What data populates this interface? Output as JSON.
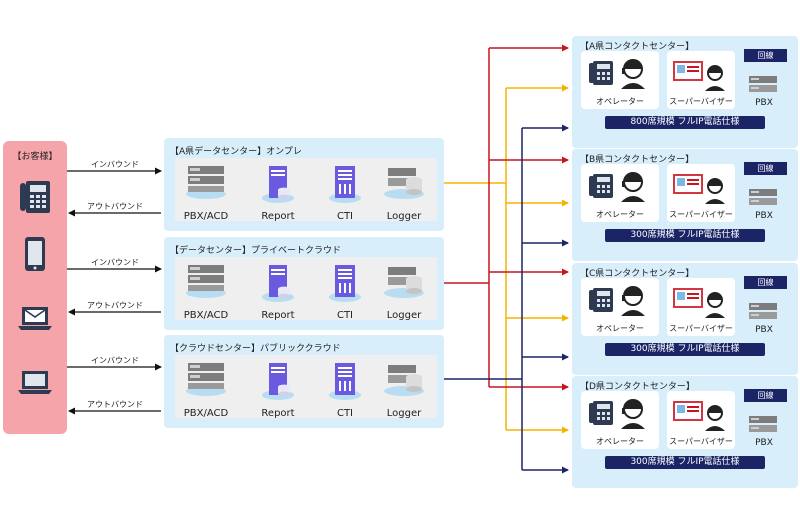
{
  "customers": {
    "title": "【お客様】",
    "devices": [
      "phone-icon",
      "tablet-icon",
      "mail-icon",
      "laptop-icon"
    ],
    "arrows": [
      {
        "label": "インバウンド"
      },
      {
        "label": "アウトバウンド"
      },
      {
        "label": "インバウンド"
      },
      {
        "label": "アウトバウンド"
      },
      {
        "label": "インバウンド"
      },
      {
        "label": "アウトバウンド"
      }
    ]
  },
  "datacenters": [
    {
      "title": "【A県データセンター】オンプレ",
      "equipment": [
        "PBX/ACD",
        "Report",
        "CTI",
        "Logger"
      ]
    },
    {
      "title": "【データセンター】プライベートクラウド",
      "equipment": [
        "PBX/ACD",
        "Report",
        "CTI",
        "Logger"
      ]
    },
    {
      "title": "【クラウドセンター】パブリッククラウド",
      "equipment": [
        "PBX/ACD",
        "Report",
        "CTI",
        "Logger"
      ]
    }
  ],
  "contact_centers": [
    {
      "title": "【A県コンタクトセンター】",
      "operator": "オペレーター",
      "supervisor": "スーパーバイザー",
      "line": "回線",
      "pbx": "PBX",
      "footer": "800席規模  フルIP電話仕様"
    },
    {
      "title": "【B県コンタクトセンター】",
      "operator": "オペレーター",
      "supervisor": "スーパーバイザー",
      "line": "回線",
      "pbx": "PBX",
      "footer": "300席規模  フルIP電話仕様"
    },
    {
      "title": "【C県コンタクトセンター】",
      "operator": "オペレーター",
      "supervisor": "スーパーバイザー",
      "line": "回線",
      "pbx": "PBX",
      "footer": "300席規模  フルIP電話仕様"
    },
    {
      "title": "【D県コンタクトセンター】",
      "operator": "オペレーター",
      "supervisor": "スーパーバイザー",
      "line": "回線",
      "pbx": "PBX",
      "footer": "300席規模  フルIP電話仕様"
    }
  ],
  "colors": {
    "customer_bg": "#f5a4aa",
    "panel_bg": "#d8eefb",
    "label_bg": "#1b2566",
    "server_purple": "#6a5ae0",
    "link_yellow": "#f5b400",
    "link_red": "#c8141e",
    "link_navy": "#1b2566"
  }
}
